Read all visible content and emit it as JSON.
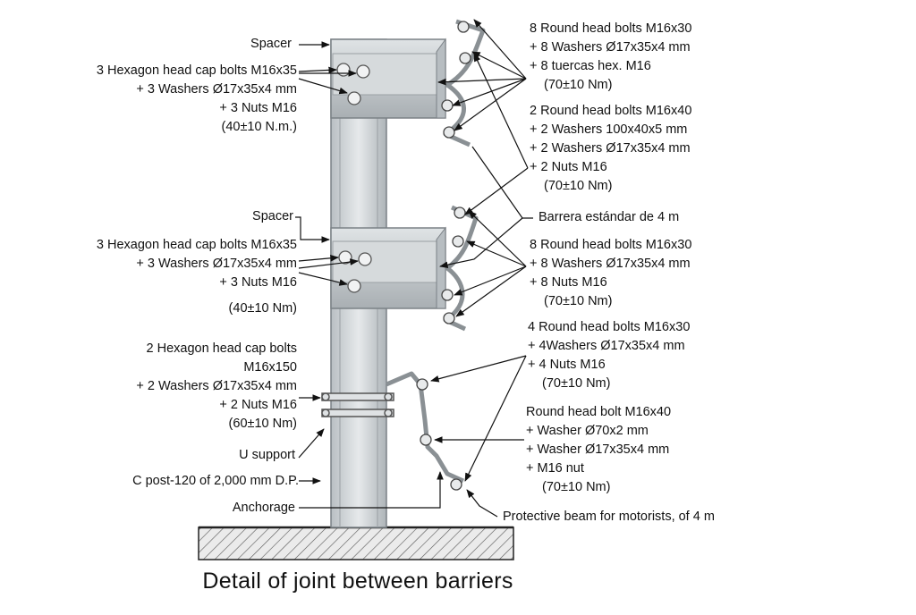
{
  "caption": "Detail of joint between barriers",
  "labels": {
    "spacer_top": "Spacer",
    "hex_bolts_top": [
      "3 Hexagon head cap bolts M16x35",
      "+ 3 Washers Ø17x35x4 mm",
      "+ 3 Nuts M16",
      "(40±10 N.m.)"
    ],
    "spacer_mid": "Spacer",
    "hex_bolts_mid": [
      "3 Hexagon head cap bolts M16x35",
      "+ 3 Washers Ø17x35x4 mm",
      "+ 3 Nuts M16",
      "(40±10 Nm)"
    ],
    "hex_bolts_low": [
      "2 Hexagon head cap bolts",
      "M16x150",
      "+ 2 Washers Ø17x35x4 mm",
      "+ 2 Nuts M16",
      "(60±10 Nm)"
    ],
    "u_support": "U support",
    "c_post": "C post-120 of 2,000 mm D.P.",
    "anchorage": "Anchorage",
    "round_bolts_1": [
      "8 Round head bolts M16x30",
      "+ 8 Washers Ø17x35x4 mm",
      "+ 8 tuercas hex. M16",
      "(70±10 Nm)"
    ],
    "round_bolts_2": [
      "2 Round head bolts M16x40",
      "+ 2 Washers 100x40x5 mm",
      "+ 2 Washers Ø17x35x4 mm",
      "+ 2 Nuts M16",
      "(70±10 Nm)"
    ],
    "standard_barrier": "Barrera estándar de 4 m",
    "round_bolts_3": [
      "8 Round head bolts M16x30",
      "+ 8 Washers Ø17x35x4 mm",
      "+ 8 Nuts M16",
      "(70±10 Nm)"
    ],
    "round_bolts_4": [
      "4 Round head bolts M16x30",
      "+ 4Washers Ø17x35x4 mm",
      "+ 4 Nuts M16",
      "(70±10 Nm)"
    ],
    "round_bolt_5": [
      "Round head bolt M16x40",
      "+ Washer Ø70x2 mm",
      "+ Washer Ø17x35x4 mm",
      "+ M16 nut",
      "(70±10 Nm)"
    ],
    "protective_beam": "Protective beam for motorists, of 4 m"
  }
}
